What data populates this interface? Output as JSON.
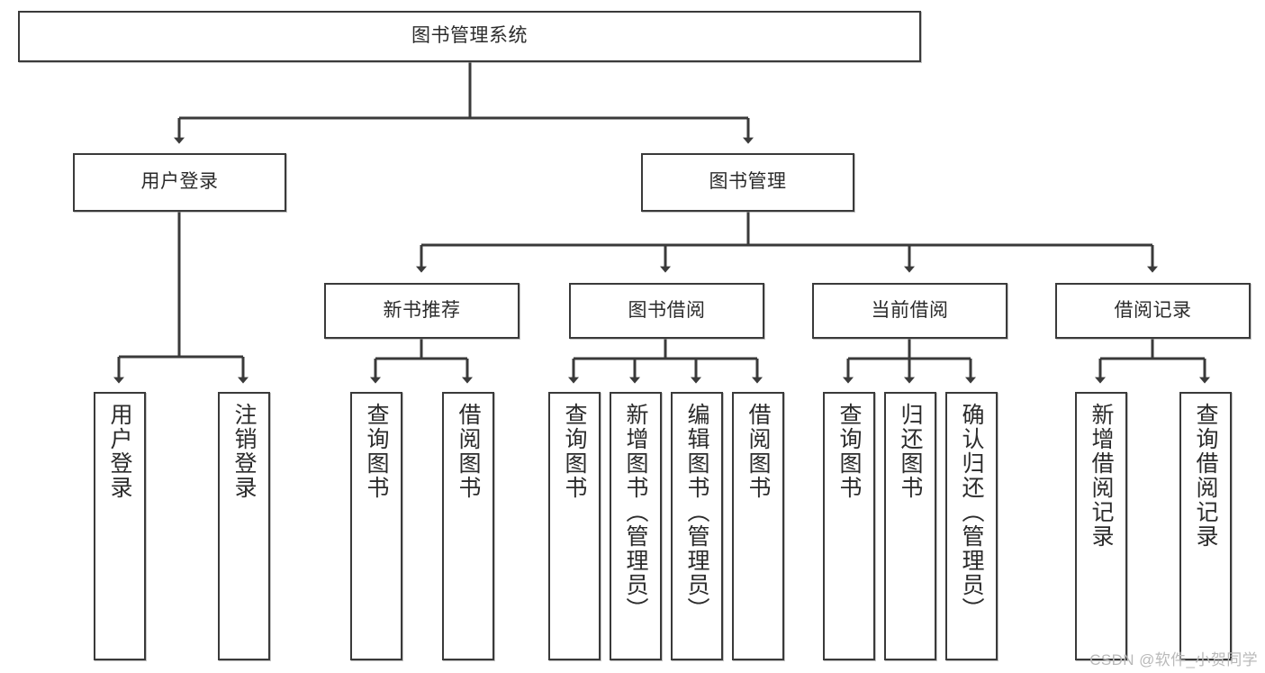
{
  "diagram": {
    "type": "tree-hierarchy-flowchart",
    "title": "图书管理系统",
    "orientation": "top-down",
    "style": {
      "box_fill": "#ffffff",
      "box_stroke": "#3a3a3a",
      "text_color": "#2b2b2b",
      "connector_color": "#3a3a3a",
      "background": "#ffffff"
    },
    "levels": [
      {
        "level": 1,
        "nodes": [
          {
            "id": "root",
            "label": "图书管理系统",
            "orientation": "horizontal"
          }
        ]
      },
      {
        "level": 2,
        "nodes": [
          {
            "id": "login",
            "label": "用户登录",
            "orientation": "horizontal",
            "parent": "root"
          },
          {
            "id": "bookmgmt",
            "label": "图书管理",
            "orientation": "horizontal",
            "parent": "root"
          }
        ]
      },
      {
        "level": 3,
        "nodes": [
          {
            "id": "newbook",
            "label": "新书推荐",
            "orientation": "horizontal",
            "parent": "bookmgmt"
          },
          {
            "id": "borrow",
            "label": "图书借阅",
            "orientation": "horizontal",
            "parent": "bookmgmt"
          },
          {
            "id": "current",
            "label": "当前借阅",
            "orientation": "horizontal",
            "parent": "bookmgmt"
          },
          {
            "id": "records",
            "label": "借阅记录",
            "orientation": "horizontal",
            "parent": "bookmgmt"
          }
        ]
      },
      {
        "level": 4,
        "nodes": [
          {
            "id": "leaf1",
            "label": "用户登录",
            "orientation": "vertical",
            "parent": "login"
          },
          {
            "id": "leaf2",
            "label": "注销登录",
            "orientation": "vertical",
            "parent": "login"
          },
          {
            "id": "leaf3",
            "label": "查询图书",
            "orientation": "vertical",
            "parent": "newbook"
          },
          {
            "id": "leaf4",
            "label": "借阅图书",
            "orientation": "vertical",
            "parent": "newbook"
          },
          {
            "id": "leaf5",
            "label": "查询图书",
            "orientation": "vertical",
            "parent": "borrow"
          },
          {
            "id": "leaf6",
            "label": "新增图书（管理员）",
            "orientation": "vertical",
            "parent": "borrow"
          },
          {
            "id": "leaf7",
            "label": "编辑图书（管理员）",
            "orientation": "vertical",
            "parent": "borrow"
          },
          {
            "id": "leaf8",
            "label": "借阅图书",
            "orientation": "vertical",
            "parent": "borrow"
          },
          {
            "id": "leaf9",
            "label": "查询图书",
            "orientation": "vertical",
            "parent": "current"
          },
          {
            "id": "leaf10",
            "label": "归还图书",
            "orientation": "vertical",
            "parent": "current"
          },
          {
            "id": "leaf11",
            "label": "确认归还（管理员）",
            "orientation": "vertical",
            "parent": "current"
          },
          {
            "id": "leaf12",
            "label": "新增借阅记录",
            "orientation": "vertical",
            "parent": "records"
          },
          {
            "id": "leaf13",
            "label": "查询借阅记录",
            "orientation": "vertical",
            "parent": "records"
          }
        ]
      }
    ]
  },
  "watermark": {
    "text": "CSDN @软件_小贺同学"
  }
}
